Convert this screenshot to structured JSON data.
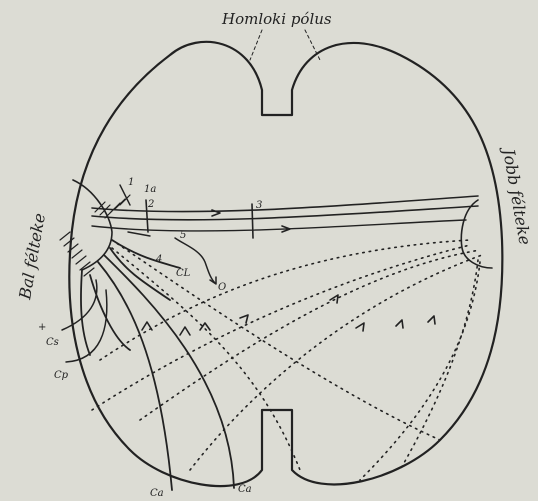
{
  "labels": {
    "top_pole": "Homloki pólus",
    "left_hemisphere": "Bal félteke",
    "right_hemisphere": "Jobb félteke",
    "mark_1": "1",
    "mark_1a": "1a",
    "mark_2": "2",
    "mark_3": "3",
    "mark_4": "4",
    "mark_5": "5",
    "mark_cs": "Cs",
    "mark_cl": "CL",
    "mark_cp": "Cp",
    "mark_ca_left": "Ca",
    "mark_ca_right": "Ca",
    "mark_o": "O",
    "mark_plus": "+"
  },
  "colors": {
    "paper": "#dcdcd4",
    "ink": "#222222"
  }
}
